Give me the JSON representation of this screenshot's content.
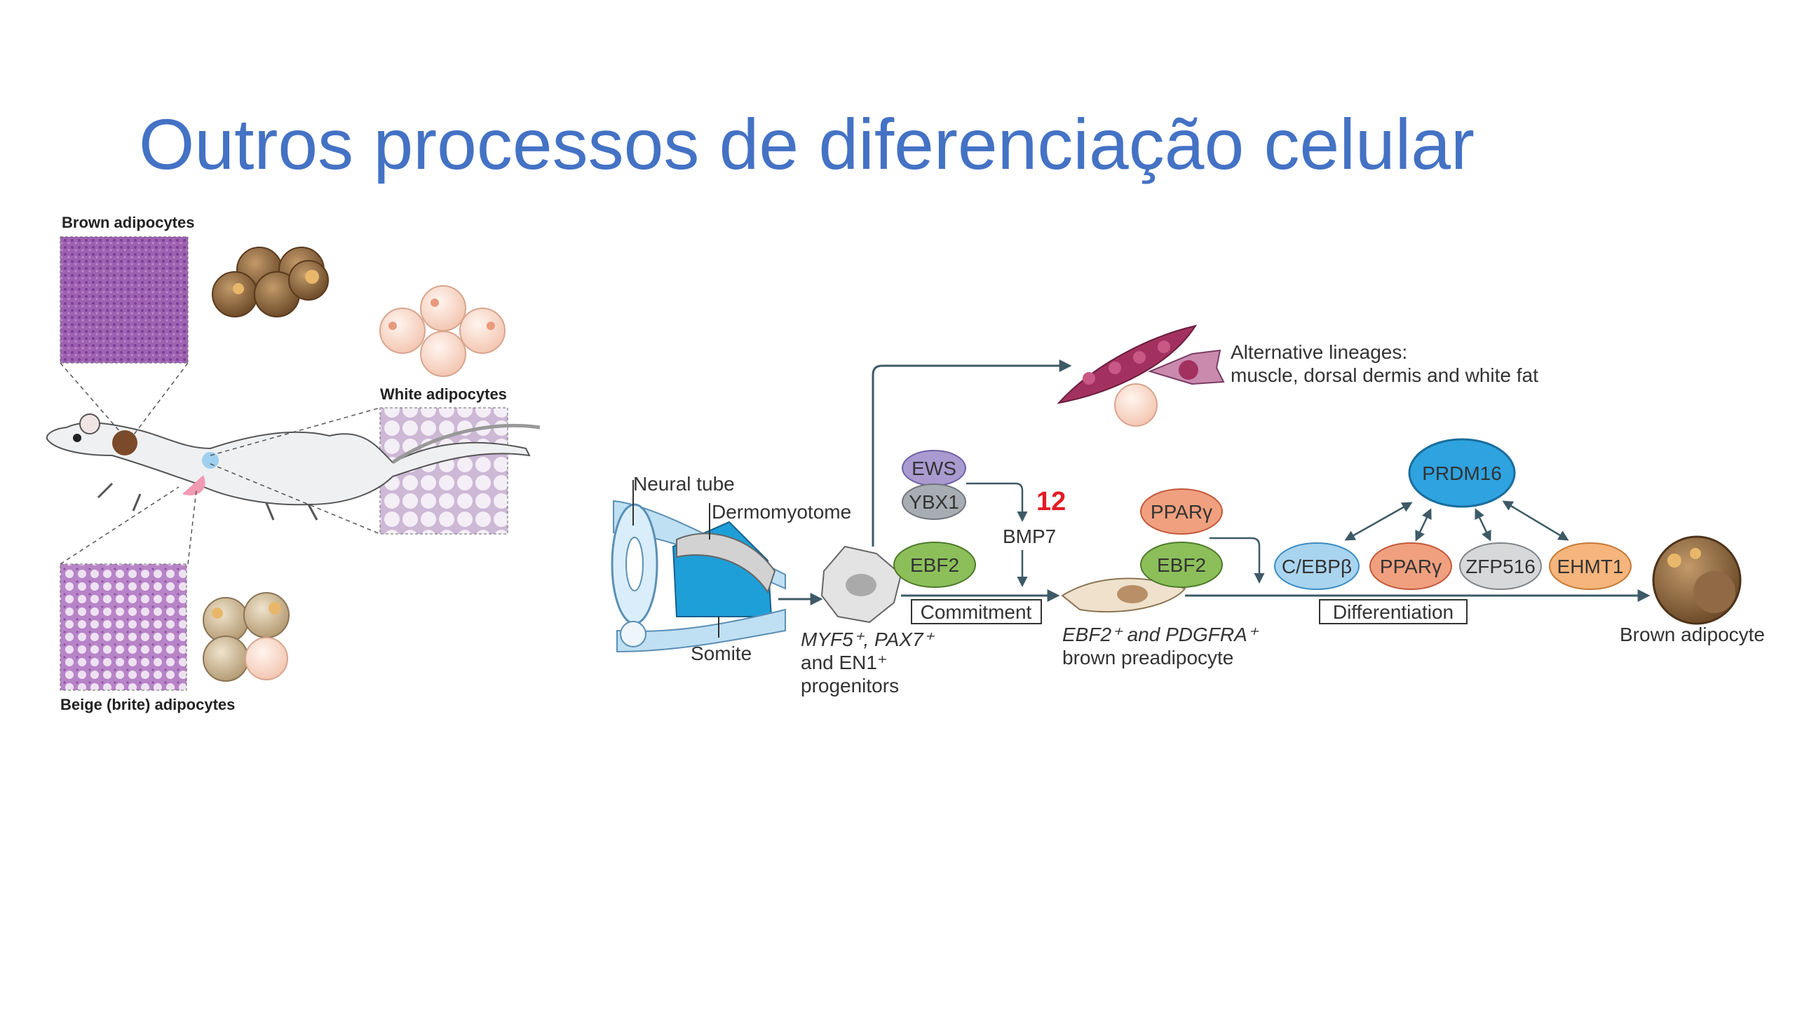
{
  "slide": {
    "title": "Outros processos de diferenciação celular"
  },
  "left_panel": {
    "brown_label": "Brown adipocytes",
    "white_label": "White adipocytes",
    "beige_label": "Beige (brite) adipocytes"
  },
  "diagram": {
    "neural_tube": "Neural tube",
    "dermomyotome": "Dermomyotome",
    "somite": "Somite",
    "progenitors_line1": "MYF5⁺, PAX7⁺",
    "progenitors_line2": "and EN1⁺",
    "progenitors_line3": "progenitors",
    "alt_line1": "Alternative lineages:",
    "alt_line2": "muscle, dorsal dermis and white fat",
    "ews": "EWS",
    "ybx1": "YBX1",
    "number_12": "12",
    "bmp7": "BMP7",
    "ebf2_a": "EBF2",
    "commitment": "Commitment",
    "pparg_a": "PPARγ",
    "ebf2_b": "EBF2",
    "preadipocyte_line1": "EBF2⁺ and PDGFRA⁺",
    "preadipocyte_line2": "brown preadipocyte",
    "prdm16": "PRDM16",
    "cebpb": "C/EBPβ",
    "pparg_b": "PPARγ",
    "zfp516": "ZFP516",
    "ehmt1": "EHMT1",
    "differentiation": "Differentiation",
    "brown_adipocyte": "Brown adipocyte"
  },
  "colors": {
    "title": "#4472c4",
    "highlight_number": "#e31b23",
    "ews_fill": "#a99ad0",
    "ybx1_fill": "#a8adb3",
    "ebf2_fill": "#8cbf5a",
    "pparg_fill": "#f0a07f",
    "prdm16_fill": "#2ea3e0",
    "cebpb_fill": "#a9d4ef",
    "zfp516_fill": "#d6d8da",
    "ehmt1_fill": "#f5b57c"
  }
}
